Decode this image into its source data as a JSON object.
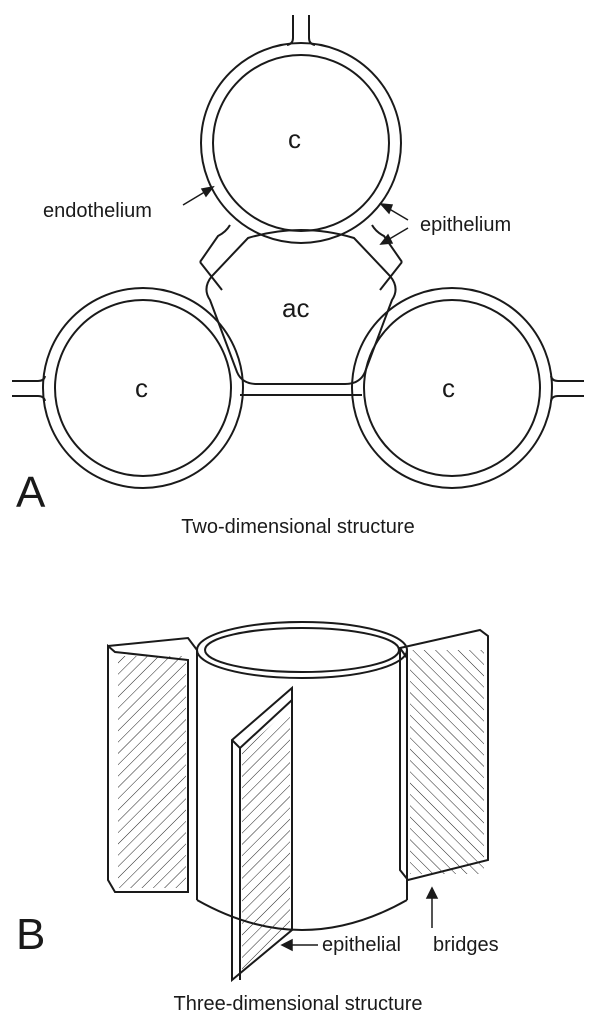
{
  "panel_a": {
    "letter": "A",
    "caption": "Two-dimensional structure",
    "labels": {
      "endothelium": "endothelium",
      "epithelium": "epithelium",
      "capillary": "c",
      "alveolar_capillary": "ac"
    }
  },
  "panel_b": {
    "letter": "B",
    "caption": "Three-dimensional structure",
    "labels": {
      "epithelial": "epithelial",
      "bridges": "bridges"
    }
  }
}
